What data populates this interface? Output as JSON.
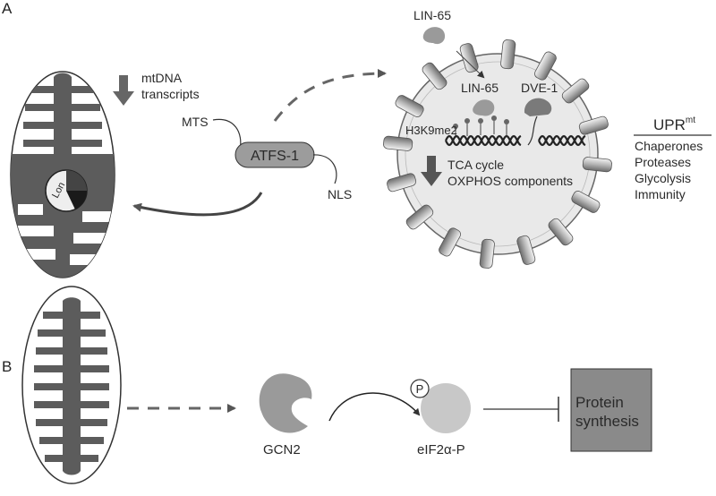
{
  "panel_a": {
    "letter": "A",
    "mtdna_line1": "mtDNA",
    "mtdna_line2": "transcripts",
    "lon_label": "Lon",
    "mts_label": "MTS",
    "atfs1_label": "ATFS-1",
    "nls_label": "NLS",
    "lin65_top": "LIN-65",
    "lin65_nuc": "LIN-65",
    "dve1_label": "DVE-1",
    "h3k9_label": "H3K9me2",
    "tca_label": "TCA cycle",
    "oxphos_label": "OXPHOS components",
    "upr_main": "UPR",
    "upr_sup": "mt",
    "upr_targets": [
      "Chaperones",
      "Proteases",
      "Glycolysis",
      "Immunity"
    ]
  },
  "panel_b": {
    "letter": "B",
    "gcn2_label": "GCN2",
    "p_label": "P",
    "eif_label": "eIF2α-P",
    "protein_line1": "Protein",
    "protein_line2": "synthesis"
  },
  "colors": {
    "dark_gray": "#5c5c5c",
    "mid_gray": "#8e8e8e",
    "light_gray": "#c7c7c7",
    "nucleus_fill": "#e9e9e9",
    "box_fill": "#8a8a8a"
  }
}
